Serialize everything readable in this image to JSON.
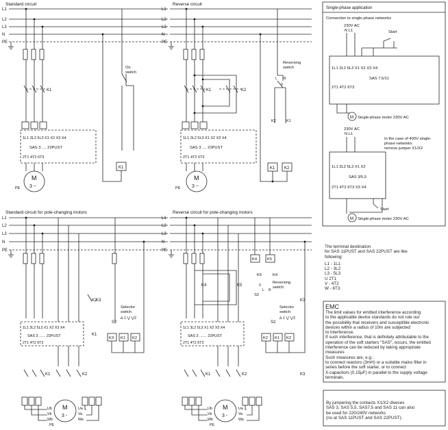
{
  "buses": [
    "L1",
    "L2",
    "L3",
    "N",
    "PE"
  ],
  "titles": {
    "standard": "Standard circuit",
    "reverse": "Reverse circuit",
    "single_phase": "Single-phase application",
    "pole_std": "Standard circuit for pole-changing motors",
    "pole_rev": "Reverse circuit for pole-changing motors"
  },
  "labels": {
    "K1": "K1",
    "K2": "K2",
    "K3": "K3",
    "K4": "K4",
    "K5": "K5",
    "S2": "S2",
    "R": "R",
    "L": "L",
    "zero": "0",
    "on_switch_1": "On",
    "on_switch_2": "switch",
    "rev_switch_1": "Reversing",
    "rev_switch_2": "switch",
    "sel_switch_1": "Selector",
    "sel_switch_2": "switch",
    "sel_pos": "∆ 1   ⋁ ⋁2",
    "motor_m": "M",
    "motor_3": "3 ~",
    "motor_3dash": "3 -",
    "pe": "PE",
    "starter_sas_22": "SAS 3 .... 22PUST",
    "starter_sas_22b": "SAS 3 .... 22PUST",
    "starter_sas_pole": "SAS 3 ...... 22PUST",
    "starter_sas_pole2": "SAS 3 ....... 22PUST",
    "term_top": [
      "1L1",
      "3L2",
      "5L3",
      "X1",
      "X2",
      "X3",
      "X4"
    ],
    "term_bot": [
      "2T1",
      "4T2",
      "6T3"
    ],
    "winding_u": [
      "Ub",
      "Vb",
      "Wb"
    ],
    "winding_a": [
      "Ua",
      "Va",
      "Wa"
    ]
  },
  "single_phase": {
    "connection": "Connection to single-phase networks",
    "v230": "230V AC",
    "n_l1": "N   L1",
    "start": "Start",
    "top_row": [
      "1L1",
      "3L2",
      "5L3",
      "X1",
      "X2",
      "X3",
      "X4"
    ],
    "bot_row": [
      "2T1",
      "4T2",
      "6T3"
    ],
    "model_a": "SAS 7,5/11",
    "motor_a": "Single-phase motor 230V AC",
    "v230b": "230V AC",
    "n_l1b": "N   L1",
    "note_400": [
      "In the case of 400V single-",
      "phase networks",
      "remove jumper X1/X2"
    ],
    "top_row_b": [
      "1L1",
      "3L2",
      "5L3",
      "X1",
      "X2"
    ],
    "bot_row_b": [
      "2T1",
      "4T2",
      "6T3",
      "X3",
      "X4"
    ],
    "model_b": "SAS 3/5,5",
    "start_b": "Start",
    "motor_b": "Single-phase motor 230V AC"
  },
  "terminal_note": {
    "intro": [
      "The terminal destination",
      "for SAS 11PUST and SAS 22PUST are like",
      "following:"
    ],
    "rows": [
      "L1 - 1L1",
      "L2 - 3L2",
      "L3 - 5L3",
      "U   2T1",
      "V - 4T2",
      "W - 6T3"
    ]
  },
  "emc": {
    "title": "EMC",
    "lines": [
      "The limit values for emitted interference according",
      "to the applicable device standards do not rule out",
      "the possibility that receivers and susceptible electronic",
      "devices within a radius of 10m are subjected",
      "to interference.",
      "If such interference, that is definitely attributable to the",
      "operation of the soft starters \"SAS\", occurs, the emitted",
      "interference can be reduced by taking appropriate",
      "measures",
      "Such measures are, e.g.:",
      "to connect reactors (3mH) or a suitable mains filter in",
      "series before the soft starter, or to connect",
      "X-capacitors (0,15µF) in parallel to the supply voltage",
      "terminals."
    ]
  },
  "jumper_note": {
    "lines": [
      "By jumpering the contacts X1/X2 diveces",
      "SAS 3, SAS 5,5, SAS7,5 and SAS 11 can also",
      "be used for 220/240V networks",
      "(no at SAS 11PUST and SAS 22PUST)."
    ]
  }
}
